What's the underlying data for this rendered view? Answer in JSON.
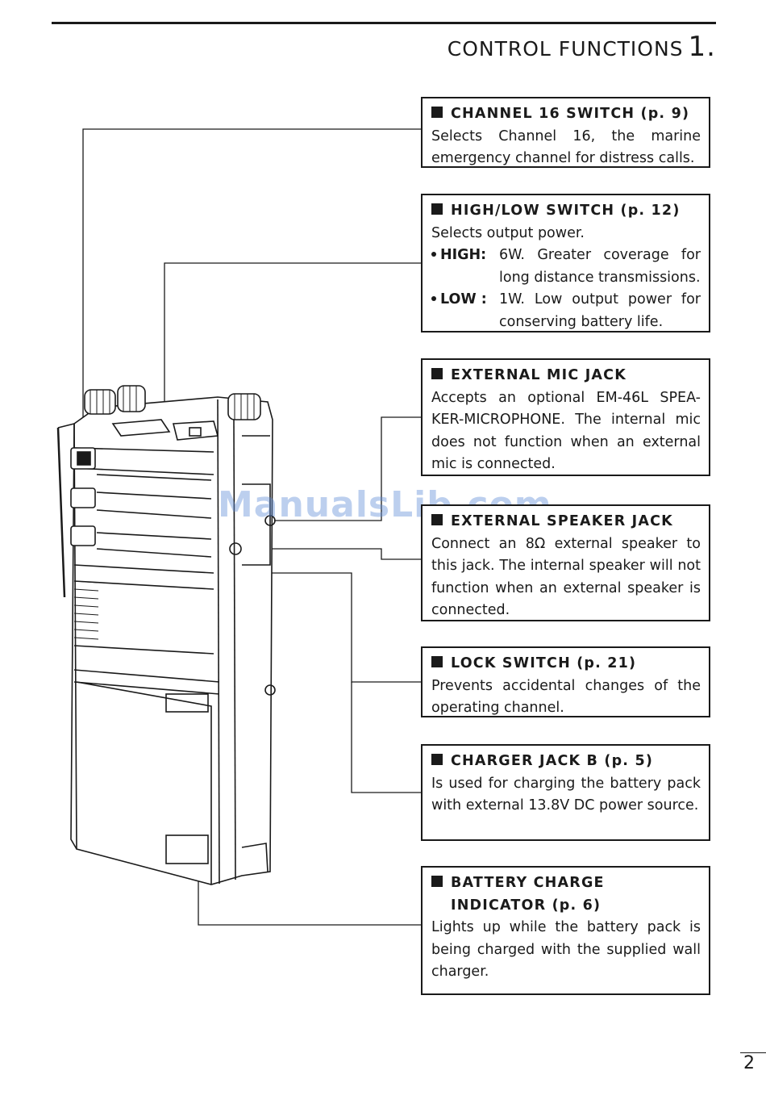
{
  "header": {
    "title": "CONTROL FUNCTIONS",
    "number": "1."
  },
  "boxes": {
    "channel16": {
      "title": "CHANNEL 16 SWITCH (p. 9)",
      "body": "Selects Channel 16, the marine emergency channel for distress calls."
    },
    "highlow": {
      "title": "HIGH/LOW SWITCH (p. 12)",
      "intro": "Selects output power.",
      "high_label": "HIGH:",
      "high_desc": "6W. Greater coverage for long distance transmissions.",
      "low_label": "LOW :",
      "low_desc": "1W. Low output power for conserving battery life."
    },
    "mic": {
      "title": "EXTERNAL MIC JACK",
      "body": "Accepts an optional EM-46L SPEA- KER-MICROPHONE. The internal mic does not function when an external mic is connected."
    },
    "speaker": {
      "title": "EXTERNAL SPEAKER JACK",
      "body": "Connect an 8Ω external speaker to this jack. The internal speaker will not function when an external speaker is connected."
    },
    "lock": {
      "title": "LOCK SWITCH (p. 21)",
      "body": "Prevents accidental changes of the operating channel."
    },
    "charger": {
      "title": "CHARGER JACK B (p. 5)",
      "body": "Is used for charging the battery pack with external 13.8V DC power source."
    },
    "battery": {
      "title_line1": "BATTERY CHARGE",
      "title_line2": "INDICATOR (p. 6)",
      "body": "Lights up while the battery pack is being charged with the supplied wall charger."
    }
  },
  "watermark": "ManualsLib.com",
  "page_number": "2"
}
